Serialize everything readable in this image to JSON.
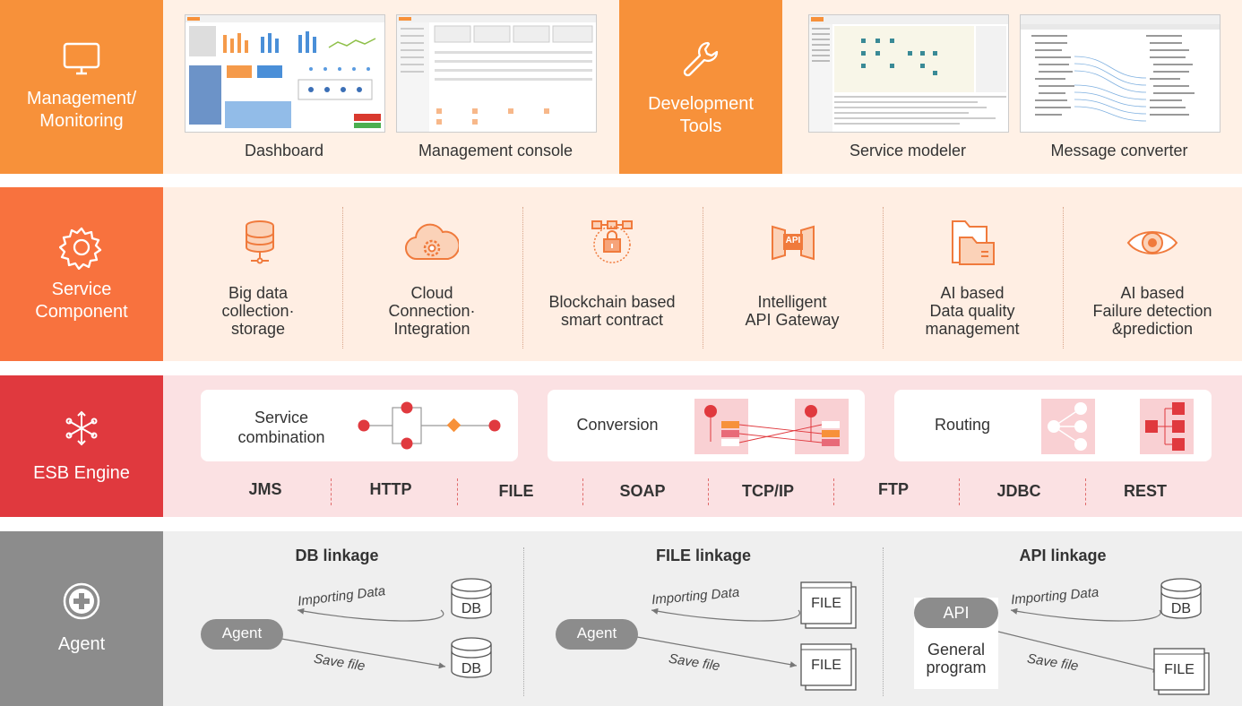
{
  "management": {
    "label": "Management/ Monitoring",
    "items": [
      {
        "caption": "Dashboard"
      },
      {
        "caption": "Management console"
      }
    ]
  },
  "development": {
    "label": "Development Tools",
    "items": [
      {
        "caption": "Service modeler"
      },
      {
        "caption": "Message converter"
      }
    ]
  },
  "service": {
    "label": "Service Component",
    "items": [
      {
        "line1": "Big data",
        "line2": "collection·",
        "line3": "storage",
        "icon": "database-icon"
      },
      {
        "line1": "Cloud",
        "line2": "Connection·",
        "line3": "Integration",
        "icon": "cloud-gear-icon"
      },
      {
        "line1": "Blockchain based",
        "line2": "smart contract",
        "line3": "",
        "icon": "blockchain-lock-icon"
      },
      {
        "line1": "Intelligent",
        "line2": "API Gateway",
        "line3": "",
        "icon": "api-gateway-icon"
      },
      {
        "line1": "AI based",
        "line2": "Data quality",
        "line3": "management",
        "icon": "folder-icon"
      },
      {
        "line1": "AI based",
        "line2": "Failure detection",
        "line3": "&prediction",
        "icon": "eye-icon"
      }
    ],
    "api_badge": "API"
  },
  "esb": {
    "label": "ESB Engine",
    "cards": [
      {
        "line1": "Service",
        "line2": "combination"
      },
      {
        "line1": "Conversion"
      },
      {
        "line1": "Routing"
      }
    ],
    "protocols": [
      "JMS",
      "HTTP",
      "FILE",
      "SOAP",
      "TCP/IP",
      "FTP",
      "JDBC",
      "REST"
    ]
  },
  "agent": {
    "label": "Agent",
    "db": {
      "title": "DB linkage",
      "agent": "Agent",
      "import": "Importing Data",
      "save": "Save file",
      "target1": "DB",
      "target2": "DB"
    },
    "file": {
      "title": "FILE linkage",
      "agent": "Agent",
      "import": "Importing Data",
      "save": "Save file",
      "target1": "FILE",
      "target2": "FILE"
    },
    "api": {
      "title": "API linkage",
      "badge": "API",
      "prog1": "General",
      "prog2": "program",
      "import": "Importing Data",
      "save": "Save file",
      "target1": "DB",
      "target2": "FILE"
    }
  },
  "colors": {
    "mgmt": "#f7913a",
    "service": "#f8723e",
    "esb": "#e0393e",
    "agent": "#8c8c8c",
    "mgmt_bg": "#fff1e6",
    "service_bg": "#ffeee3",
    "esb_bg": "#fbe1e3",
    "agent_bg": "#efefef"
  }
}
